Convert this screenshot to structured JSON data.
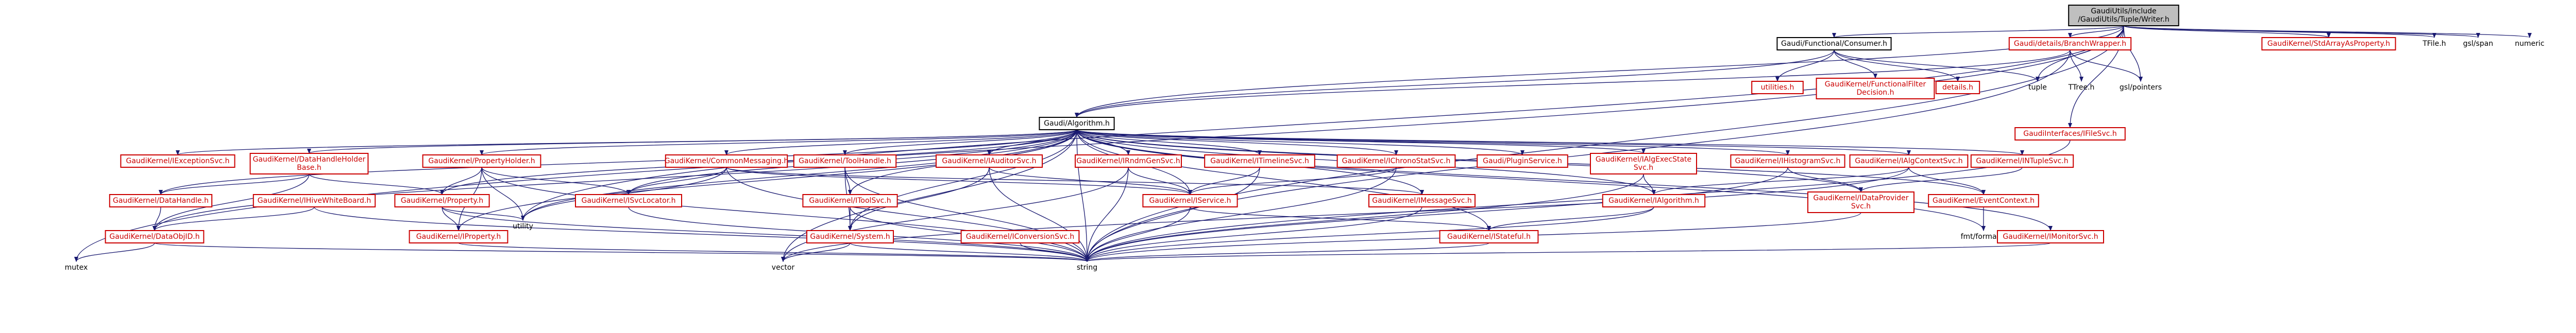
{
  "colors": {
    "background": "#ffffff",
    "edge": "#191970",
    "red_link": "#cc0000",
    "root_fill": "#bfbfbf",
    "black": "#000000"
  },
  "diagram": {
    "nodes": [
      {
        "id": "root",
        "kind": "root",
        "lines": [
          "GaudiUtils/include",
          "/GaudiUtils/Tuple/Writer.h"
        ]
      },
      {
        "id": "consumer",
        "kind": "plain",
        "lines": [
          "Gaudi/Functional/Consumer.h"
        ]
      },
      {
        "id": "branchwrap",
        "kind": "red",
        "lines": [
          "Gaudi/details/BranchWrapper.h"
        ]
      },
      {
        "id": "stdarray",
        "kind": "red",
        "lines": [
          "GaudiKernel/StdArrayAsProperty.h"
        ]
      },
      {
        "id": "tfile",
        "kind": "leaf",
        "lines": [
          "TFile.h"
        ]
      },
      {
        "id": "gslspan",
        "kind": "leaf",
        "lines": [
          "gsl/span"
        ]
      },
      {
        "id": "numeric",
        "kind": "leaf",
        "lines": [
          "numeric"
        ]
      },
      {
        "id": "utilities",
        "kind": "red",
        "lines": [
          "utilities.h"
        ]
      },
      {
        "id": "filterdec",
        "kind": "red",
        "lines": [
          "GaudiKernel/FunctionalFilter",
          "Decision.h"
        ]
      },
      {
        "id": "details",
        "kind": "red",
        "lines": [
          "details.h"
        ]
      },
      {
        "id": "tuple",
        "kind": "leaf",
        "lines": [
          "tuple"
        ]
      },
      {
        "id": "ttree",
        "kind": "leaf",
        "lines": [
          "TTree.h"
        ]
      },
      {
        "id": "gslpointers",
        "kind": "leaf",
        "lines": [
          "gsl/pointers"
        ]
      },
      {
        "id": "galgorithm",
        "kind": "plain",
        "lines": [
          "Gaudi/Algorithm.h"
        ]
      },
      {
        "id": "ifilesvc",
        "kind": "red",
        "lines": [
          "GaudiInterfaces/IFileSvc.h"
        ]
      },
      {
        "id": "iexception",
        "kind": "red",
        "lines": [
          "GaudiKernel/IExceptionSvc.h"
        ]
      },
      {
        "id": "dhhbase",
        "kind": "red",
        "lines": [
          "GaudiKernel/DataHandleHolder",
          "Base.h"
        ]
      },
      {
        "id": "propholder",
        "kind": "red",
        "lines": [
          "GaudiKernel/PropertyHolder.h"
        ]
      },
      {
        "id": "commonmsg",
        "kind": "red",
        "lines": [
          "GaudiKernel/CommonMessaging.h"
        ]
      },
      {
        "id": "toolhandle",
        "kind": "red",
        "lines": [
          "GaudiKernel/ToolHandle.h"
        ]
      },
      {
        "id": "iauditor",
        "kind": "red",
        "lines": [
          "GaudiKernel/IAuditorSvc.h"
        ]
      },
      {
        "id": "irndm",
        "kind": "red",
        "lines": [
          "GaudiKernel/IRndmGenSvc.h"
        ]
      },
      {
        "id": "itimeline",
        "kind": "red",
        "lines": [
          "GaudiKernel/ITimelineSvc.h"
        ]
      },
      {
        "id": "ichrono",
        "kind": "red",
        "lines": [
          "GaudiKernel/IChronoStatSvc.h"
        ]
      },
      {
        "id": "plugin",
        "kind": "red",
        "lines": [
          "Gaudi/PluginService.h"
        ]
      },
      {
        "id": "iexecstate",
        "kind": "red",
        "lines": [
          "GaudiKernel/IAlgExecState",
          "Svc.h"
        ]
      },
      {
        "id": "ihisto",
        "kind": "red",
        "lines": [
          "GaudiKernel/IHistogramSvc.h"
        ]
      },
      {
        "id": "ictx",
        "kind": "red",
        "lines": [
          "GaudiKernel/IAlgContextSvc.h"
        ]
      },
      {
        "id": "intuple",
        "kind": "red",
        "lines": [
          "GaudiKernel/INTupleSvc.h"
        ]
      },
      {
        "id": "datahandle",
        "kind": "red",
        "lines": [
          "GaudiKernel/DataHandle.h"
        ]
      },
      {
        "id": "ihive",
        "kind": "red",
        "lines": [
          "GaudiKernel/IHiveWhiteBoard.h"
        ]
      },
      {
        "id": "property",
        "kind": "red",
        "lines": [
          "GaudiKernel/Property.h"
        ]
      },
      {
        "id": "isvclocator",
        "kind": "red",
        "lines": [
          "GaudiKernel/ISvcLocator.h"
        ]
      },
      {
        "id": "itoolsvc",
        "kind": "red",
        "lines": [
          "GaudiKernel/IToolSvc.h"
        ]
      },
      {
        "id": "iservice",
        "kind": "red",
        "lines": [
          "GaudiKernel/IService.h"
        ]
      },
      {
        "id": "imessage",
        "kind": "red",
        "lines": [
          "GaudiKernel/IMessageSvc.h"
        ]
      },
      {
        "id": "ialgorithm",
        "kind": "red",
        "lines": [
          "GaudiKernel/IAlgorithm.h"
        ]
      },
      {
        "id": "dataprovider",
        "kind": "red",
        "lines": [
          "GaudiKernel/IDataProvider",
          "Svc.h"
        ]
      },
      {
        "id": "eventctx",
        "kind": "red",
        "lines": [
          "GaudiKernel/EventContext.h"
        ]
      },
      {
        "id": "utility",
        "kind": "leaf",
        "lines": [
          "utility"
        ]
      },
      {
        "id": "dataobjid",
        "kind": "red",
        "lines": [
          "GaudiKernel/DataObjID.h"
        ]
      },
      {
        "id": "iproperty",
        "kind": "red",
        "lines": [
          "GaudiKernel/IProperty.h"
        ]
      },
      {
        "id": "system",
        "kind": "red",
        "lines": [
          "GaudiKernel/System.h"
        ]
      },
      {
        "id": "iconversion",
        "kind": "red",
        "lines": [
          "GaudiKernel/IConversionSvc.h"
        ]
      },
      {
        "id": "istateful",
        "kind": "red",
        "lines": [
          "GaudiKernel/IStateful.h"
        ]
      },
      {
        "id": "fmtformat",
        "kind": "leaf",
        "lines": [
          "fmt/format.h"
        ]
      },
      {
        "id": "imonitor",
        "kind": "red",
        "lines": [
          "GaudiKernel/IMonitorSvc.h"
        ]
      },
      {
        "id": "mutex",
        "kind": "leaf",
        "lines": [
          "mutex"
        ]
      },
      {
        "id": "vector",
        "kind": "leaf",
        "lines": [
          "vector"
        ]
      },
      {
        "id": "string",
        "kind": "leaf",
        "lines": [
          "string"
        ]
      }
    ],
    "edges": [
      [
        "root",
        "consumer"
      ],
      [
        "root",
        "branchwrap"
      ],
      [
        "root",
        "stdarray"
      ],
      [
        "root",
        "tfile"
      ],
      [
        "root",
        "gslspan"
      ],
      [
        "root",
        "numeric"
      ],
      [
        "root",
        "tuple"
      ],
      [
        "root",
        "gslpointers"
      ],
      [
        "root",
        "galgorithm"
      ],
      [
        "root",
        "ifilesvc"
      ],
      [
        "root",
        "utility"
      ],
      [
        "root",
        "mutex"
      ],
      [
        "root",
        "string"
      ],
      [
        "consumer",
        "utilities"
      ],
      [
        "consumer",
        "filterdec"
      ],
      [
        "consumer",
        "details"
      ],
      [
        "consumer",
        "tuple"
      ],
      [
        "consumer",
        "galgorithm"
      ],
      [
        "branchwrap",
        "ttree"
      ],
      [
        "branchwrap",
        "gslpointers"
      ],
      [
        "branchwrap",
        "galgorithm"
      ],
      [
        "branchwrap",
        "string"
      ],
      [
        "ifilesvc",
        "string"
      ],
      [
        "galgorithm",
        "iexception"
      ],
      [
        "galgorithm",
        "dhhbase"
      ],
      [
        "galgorithm",
        "propholder"
      ],
      [
        "galgorithm",
        "commonmsg"
      ],
      [
        "galgorithm",
        "toolhandle"
      ],
      [
        "galgorithm",
        "iauditor"
      ],
      [
        "galgorithm",
        "irndm"
      ],
      [
        "galgorithm",
        "itimeline"
      ],
      [
        "galgorithm",
        "ichrono"
      ],
      [
        "galgorithm",
        "plugin"
      ],
      [
        "galgorithm",
        "iexecstate"
      ],
      [
        "galgorithm",
        "ihisto"
      ],
      [
        "galgorithm",
        "ictx"
      ],
      [
        "galgorithm",
        "intuple"
      ],
      [
        "galgorithm",
        "datahandle"
      ],
      [
        "galgorithm",
        "property"
      ],
      [
        "galgorithm",
        "isvclocator"
      ],
      [
        "galgorithm",
        "itoolsvc"
      ],
      [
        "galgorithm",
        "iservice"
      ],
      [
        "galgorithm",
        "imessage"
      ],
      [
        "galgorithm",
        "ialgorithm"
      ],
      [
        "galgorithm",
        "dataprovider"
      ],
      [
        "galgorithm",
        "eventctx"
      ],
      [
        "galgorithm",
        "dataobjid"
      ],
      [
        "galgorithm",
        "iproperty"
      ],
      [
        "galgorithm",
        "system"
      ],
      [
        "galgorithm",
        "istateful"
      ],
      [
        "galgorithm",
        "fmtformat"
      ],
      [
        "galgorithm",
        "imonitor"
      ],
      [
        "galgorithm",
        "utility"
      ],
      [
        "galgorithm",
        "vector"
      ],
      [
        "galgorithm",
        "string"
      ],
      [
        "dhhbase",
        "datahandle"
      ],
      [
        "dhhbase",
        "property"
      ],
      [
        "dhhbase",
        "dataobjid"
      ],
      [
        "propholder",
        "property"
      ],
      [
        "propholder",
        "isvclocator"
      ],
      [
        "propholder",
        "iproperty"
      ],
      [
        "propholder",
        "utility"
      ],
      [
        "propholder",
        "string"
      ],
      [
        "commonmsg",
        "isvclocator"
      ],
      [
        "commonmsg",
        "imessage"
      ],
      [
        "commonmsg",
        "iservice"
      ],
      [
        "commonmsg",
        "utility"
      ],
      [
        "commonmsg",
        "string"
      ],
      [
        "toolhandle",
        "itoolsvc"
      ],
      [
        "toolhandle",
        "system"
      ],
      [
        "toolhandle",
        "string"
      ],
      [
        "iauditor",
        "iservice"
      ],
      [
        "iauditor",
        "system"
      ],
      [
        "iauditor",
        "string"
      ],
      [
        "irndm",
        "iservice"
      ],
      [
        "irndm",
        "vector"
      ],
      [
        "irndm",
        "string"
      ],
      [
        "itimeline",
        "iservice"
      ],
      [
        "itimeline",
        "string"
      ],
      [
        "ichrono",
        "iservice"
      ],
      [
        "ichrono",
        "string"
      ],
      [
        "iexecstate",
        "ialgorithm"
      ],
      [
        "iexecstate",
        "string"
      ],
      [
        "ihisto",
        "dataprovider"
      ],
      [
        "ihisto",
        "string"
      ],
      [
        "ictx",
        "ialgorithm"
      ],
      [
        "ictx",
        "eventctx"
      ],
      [
        "ictx",
        "vector"
      ],
      [
        "intuple",
        "dataprovider"
      ],
      [
        "imonitor",
        "string"
      ],
      [
        "datahandle",
        "dataobjid"
      ],
      [
        "ihive",
        "dataobjid"
      ],
      [
        "ihive",
        "string"
      ],
      [
        "property",
        "iproperty"
      ],
      [
        "property",
        "utility"
      ],
      [
        "property",
        "string"
      ],
      [
        "isvclocator",
        "string"
      ],
      [
        "itoolsvc",
        "system"
      ],
      [
        "itoolsvc",
        "string"
      ],
      [
        "iservice",
        "istateful"
      ],
      [
        "iservice",
        "string"
      ],
      [
        "imessage",
        "string"
      ],
      [
        "ialgorithm",
        "istateful"
      ],
      [
        "ialgorithm",
        "string"
      ],
      [
        "dataprovider",
        "string"
      ],
      [
        "eventctx",
        "fmtformat"
      ],
      [
        "dataobjid",
        "mutex"
      ],
      [
        "dataobjid",
        "string"
      ],
      [
        "iproperty",
        "string"
      ],
      [
        "system",
        "vector"
      ],
      [
        "system",
        "string"
      ],
      [
        "iconversion",
        "string"
      ],
      [
        "istateful",
        "string"
      ]
    ]
  }
}
